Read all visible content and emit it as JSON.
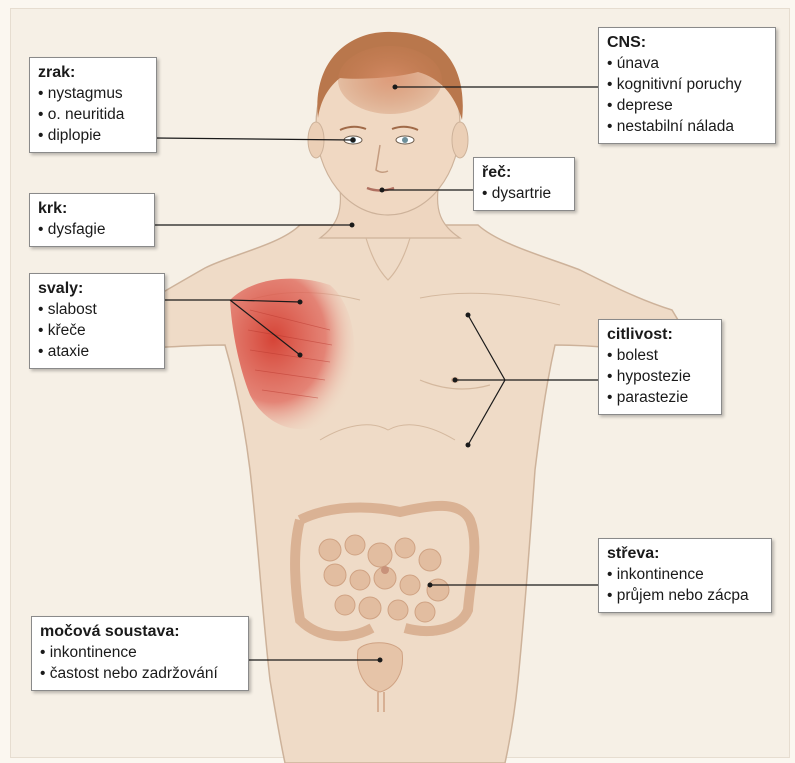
{
  "boxes": {
    "zrak": {
      "title": "zrak:",
      "items": [
        "nystagmus",
        "o. neuritida",
        "diplopie"
      ]
    },
    "krk": {
      "title": "krk:",
      "items": [
        "dysfagie"
      ]
    },
    "svaly": {
      "title": "svaly:",
      "items": [
        "slabost",
        "křeče",
        "ataxie"
      ]
    },
    "mocova": {
      "title": "močová soustava:",
      "items": [
        "inkontinence",
        "častost nebo zadržování"
      ]
    },
    "cns": {
      "title": "CNS:",
      "items": [
        "únava",
        "kognitivní poruchy",
        "deprese",
        "nestabilní nálada"
      ]
    },
    "rec": {
      "title": "řeč:",
      "items": [
        "dysartrie"
      ]
    },
    "citlivost": {
      "title": "citlivost:",
      "items": [
        "bolest",
        "hypostezie",
        "parastezie"
      ]
    },
    "streva": {
      "title": "střeva:",
      "items": [
        "inkontinence",
        "průjem nebo zácpa"
      ]
    }
  },
  "colors": {
    "skin": "#f0dcc8",
    "skin_outline": "#c9ad95",
    "hair": "#b8764a",
    "muscle": "#d9483a",
    "intestine": "#dfb89a",
    "leader_line": "#1a1a1a",
    "box_border": "#8a8a8a"
  }
}
